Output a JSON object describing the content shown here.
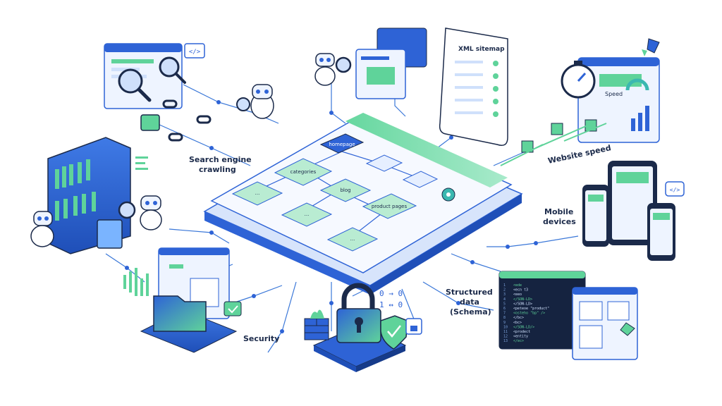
{
  "labels": {
    "crawling_line1": "Search engine",
    "crawling_line2": "crawling",
    "xml_sitemap": "XML sitemap",
    "website_speed": "Website speed",
    "speed_card": "Speed",
    "mobile_line1": "Mobile",
    "mobile_line2": "devices",
    "structured_line1": "Structured",
    "structured_line2": "data",
    "structured_line3": "(Schema)",
    "security": "Security"
  },
  "sitemap_nodes": {
    "homepage": "homepage",
    "categories": "categories",
    "blog": "blog",
    "product_pages": "product pages",
    "ellipsis": "..."
  },
  "code_tags": {
    "code_icon": "</>",
    "binary_1": "0 → 0",
    "binary_2": "1 ↔ 0"
  },
  "code_lines": [
    "<ede",
    "<ecn t3",
    "<eeo",
    "</SON-LD>",
    "</SON-LD>",
    "<peteoe \"product\"",
    "<osteho \"bp\" />",
    "</bc>",
    "<bc>",
    "</SON-LD/>",
    "<prodect",
    "<entity",
    "</ec>"
  ],
  "line_numbers": [
    "1",
    "2",
    "3",
    "4",
    "5",
    "6",
    "7",
    "8",
    "9",
    "10",
    "11",
    "12",
    "13"
  ],
  "colors": {
    "navy": "#1b2a4a",
    "blue": "#2e63d6",
    "light_blue": "#cfe0fb",
    "green": "#5fd39a",
    "teal": "#3bb8b0",
    "panel": "#eef4ff"
  }
}
